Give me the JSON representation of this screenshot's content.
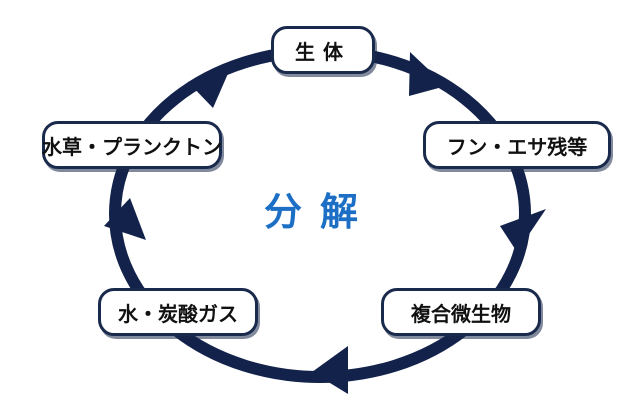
{
  "title": "分解",
  "nodes": [
    {
      "id": "organism",
      "label": "生体"
    },
    {
      "id": "feces",
      "label": "フン・エサ残等"
    },
    {
      "id": "microbes",
      "label": "複合微生物"
    },
    {
      "id": "water-co2",
      "label": "水・炭酸ガス"
    },
    {
      "id": "plants",
      "label": "水草・プランクトン"
    }
  ],
  "colors": {
    "cycle": "#13224a",
    "title": "#1c6fc4",
    "node_border": "#1a2a4c"
  }
}
